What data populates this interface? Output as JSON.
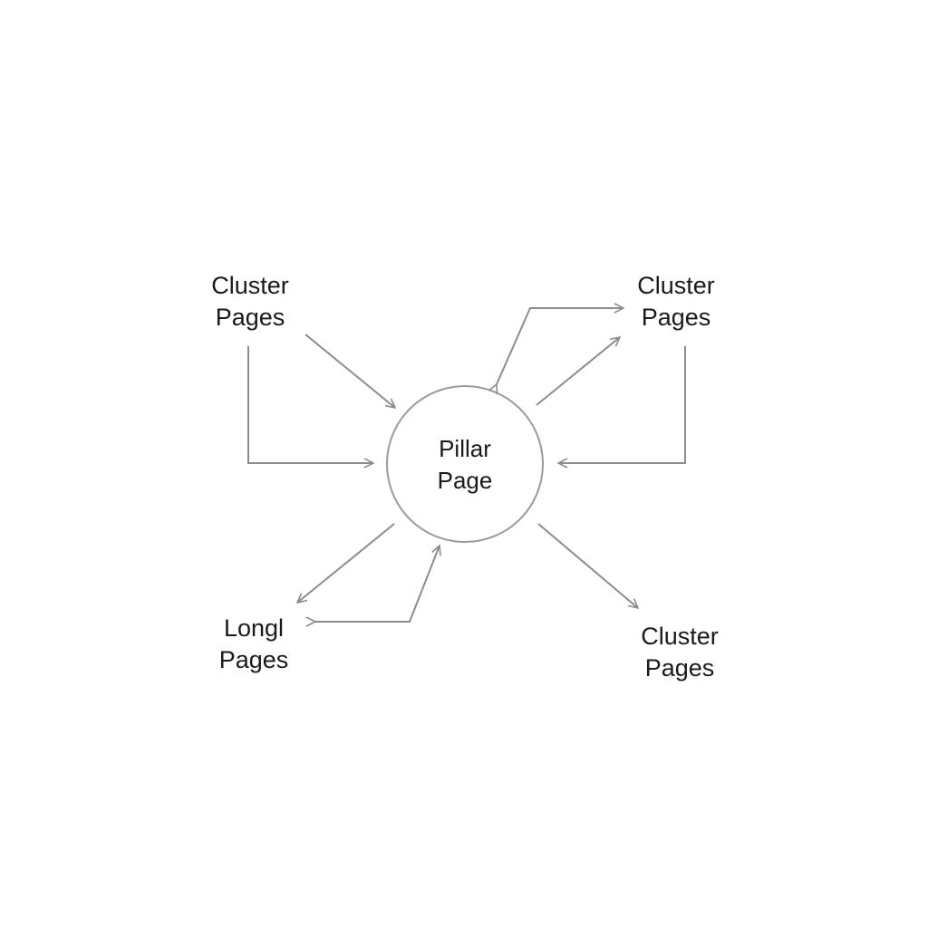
{
  "nodes": {
    "pillar": {
      "line1": "Pillar",
      "line2": "Page"
    },
    "top_left": {
      "line1": "Cluster",
      "line2": "Pages"
    },
    "top_right": {
      "line1": "Cluster",
      "line2": "Pages"
    },
    "bottom_left": {
      "line1": "Longl",
      "line2": "Pages"
    },
    "bottom_right": {
      "line1": "Cluster",
      "line2": "Pages"
    }
  },
  "colors": {
    "background": "#ffffff",
    "line": "#8c8c8c",
    "circle_stroke": "#9a9a9a",
    "text": "#1a1a1a"
  }
}
